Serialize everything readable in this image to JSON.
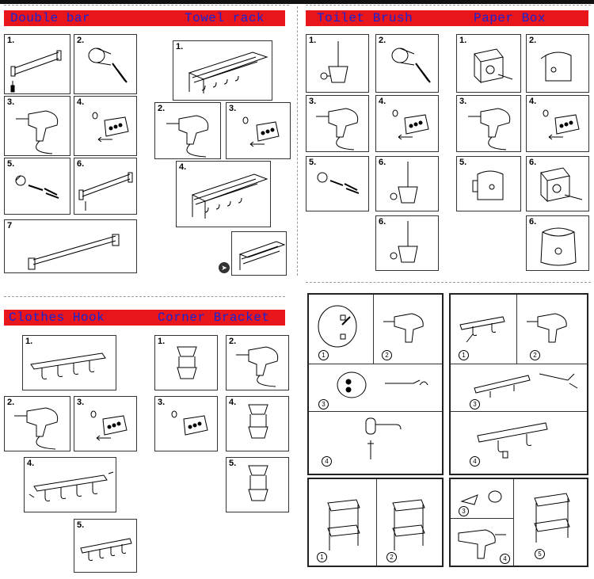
{
  "banners": {
    "double_bar": "Double bar",
    "towel_rack": "Towel rack",
    "toilet_brush": "Toilet Brush",
    "paper_box": "Paper Box",
    "clothes_hook": "Clothes Hook",
    "corner_bracket": "Corner Bracket"
  },
  "steps": {
    "s1": "1.",
    "s2": "2.",
    "s3": "3.",
    "s4": "4.",
    "s5": "5.",
    "s6": "6.",
    "s7": "7"
  },
  "circled": {
    "c1": "1",
    "c2": "2",
    "c3": "3",
    "c4": "4",
    "c5": "5"
  },
  "colors": {
    "banner_red": "#e8151b",
    "banner_text_blue": "#1526d6"
  },
  "icons": [
    "drill-icon",
    "towel-bar-icon",
    "anchor-plug-icon",
    "screw-icon",
    "wall-holes-icon",
    "toilet-brush-icon",
    "paper-box-icon",
    "hook-rail-icon",
    "corner-shelf-icon",
    "towel-rack-icon",
    "arrow-right-icon"
  ]
}
